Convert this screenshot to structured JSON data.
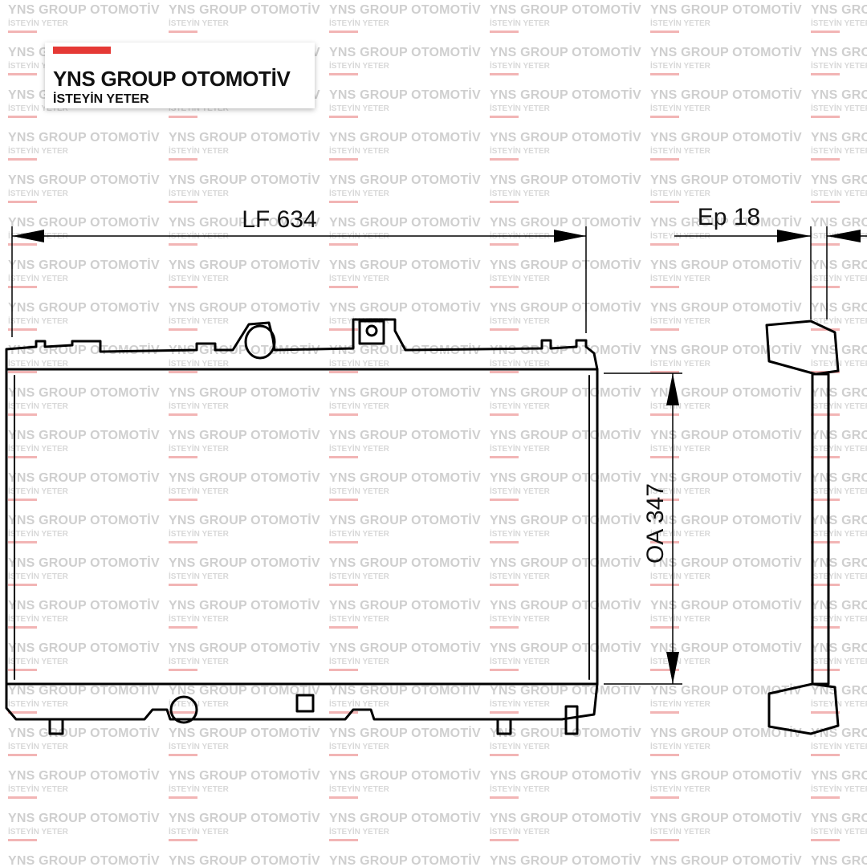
{
  "brand": {
    "name": "YNS GROUP OTOMOTİV",
    "tagline": "İSTEYİN YETER",
    "accent_color": "#e53935"
  },
  "watermark": {
    "title": "YNS GROUP OTOMOTİV",
    "subtitle": "İSTEYİN YETER"
  },
  "dimensions": {
    "length_label": "LF 634",
    "height_label": "OA 347",
    "thickness_label": "Ep 18"
  }
}
